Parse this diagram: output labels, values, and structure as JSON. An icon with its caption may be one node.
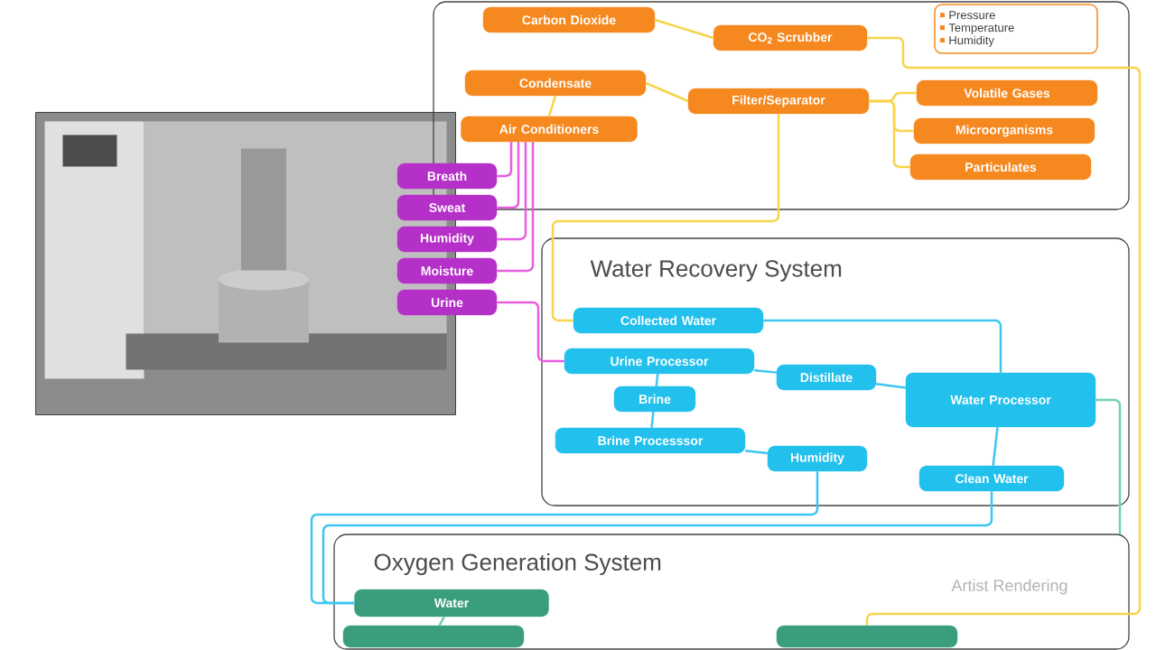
{
  "diagram": {
    "nodes": [
      {
        "text": [],
        "shape": "box"
      },
      {
        "text": [
          "Carbon Dioxide"
        ],
        "in": 0
      },
      {
        "text": [
          "CO$_{2}$ Scrubber"
        ],
        "in": 0
      },
      {
        "text": [
          "Condensate"
        ],
        "in": 0
      },
      {
        "text": [
          "Air Conditioners"
        ],
        "in": 0
      },
      {
        "text": [
          "Filter/Separator"
        ],
        "in": 0
      },
      {
        "text": [
          "Volatile Gases"
        ],
        "in": 0
      },
      {
        "text": [
          "Microorganisms"
        ],
        "in": 0
      },
      {
        "text": [
          "Particulates"
        ],
        "in": 0
      },
      {
        "text": [
          "Pressure",
          "Temperature",
          "Humidity"
        ],
        "in": 0
      },
      {
        "text": [
          "Water Recovery System"
        ]
      },
      {
        "text": [
          "Collected Water"
        ],
        "in": 10
      },
      {
        "text": [
          "Urine Processor"
        ],
        "in": 10
      },
      {
        "text": [
          "Distillate"
        ],
        "in": 10
      },
      {
        "text": [
          "Water Processor"
        ],
        "in": 10
      },
      {
        "text": [
          "Brine"
        ],
        "in": 10
      },
      {
        "text": [
          "Brine Processsor"
        ],
        "in": 10
      },
      {
        "text": [
          "Humidity"
        ],
        "in": 10
      },
      {
        "text": [
          "Clean Water"
        ],
        "in": 10
      },
      {
        "text": [
          "Oxygen Generation System"
        ]
      },
      {
        "text": [
          "Water"
        ],
        "in": 19
      },
      {
        "text": [],
        "shape": "box",
        "in": 19
      },
      {
        "text": [],
        "shape": "box",
        "in": 19
      },
      {
        "text": [
          "Breath"
        ]
      },
      {
        "text": [
          "Sweat"
        ]
      },
      {
        "text": [
          "Humidity"
        ]
      },
      {
        "text": [
          "Moisture"
        ]
      },
      {
        "text": [
          "Urine"
        ]
      },
      {
        "text": [],
        "shape": "picture"
      }
    ],
    "edges": [
      {
        "from": 1,
        "to": 2,
        "arrow": "none",
        "color": "#f7d44a"
      },
      {
        "from": 2,
        "to": 22,
        "arrow": "none",
        "color": "#f7d44a"
      },
      {
        "from": 3,
        "to": 4,
        "arrow": "none",
        "color": "#f7d44a"
      },
      {
        "from": 3,
        "to": 5,
        "arrow": "none",
        "color": "#f7d44a"
      },
      {
        "from": 5,
        "to": 6,
        "arrow": "none",
        "color": "#f7d44a"
      },
      {
        "from": 5,
        "to": 7,
        "arrow": "none",
        "color": "#f7d44a"
      },
      {
        "from": 5,
        "to": 8,
        "arrow": "none",
        "color": "#f7d44a"
      },
      {
        "from": 5,
        "to": 11,
        "arrow": "none",
        "color": "#f7d44a"
      },
      {
        "from": 23,
        "to": 4,
        "arrow": "none",
        "color": "#e85ee0"
      },
      {
        "from": 24,
        "to": 4,
        "arrow": "none",
        "color": "#e85ee0"
      },
      {
        "from": 25,
        "to": 4,
        "arrow": "none",
        "color": "#e85ee0"
      },
      {
        "from": 26,
        "to": 4,
        "arrow": "none",
        "color": "#e85ee0"
      },
      {
        "from": 27,
        "to": 12,
        "arrow": "none",
        "color": "#e85ee0"
      },
      {
        "from": 11,
        "to": 14,
        "arrow": "none"
      },
      {
        "from": 12,
        "to": 13,
        "arrow": "none"
      },
      {
        "from": 13,
        "to": 14,
        "arrow": "none"
      },
      {
        "from": 12,
        "to": 15,
        "arrow": "none"
      },
      {
        "from": 15,
        "to": 16,
        "arrow": "none"
      },
      {
        "from": 16,
        "to": 17,
        "arrow": "none"
      },
      {
        "from": 14,
        "to": 18,
        "arrow": "none"
      },
      {
        "from": 17,
        "to": 20,
        "arrow": "none"
      },
      {
        "from": 18,
        "to": 20,
        "arrow": "none"
      },
      {
        "from": 14,
        "to": 19,
        "arrow": "none",
        "color": "#6fd3b0"
      },
      {
        "from": 20,
        "to": 21,
        "arrow": "none",
        "color": "#6fd3b0"
      }
    ],
    "labels": [
      "Artist Rendering"
    ]
  }
}
